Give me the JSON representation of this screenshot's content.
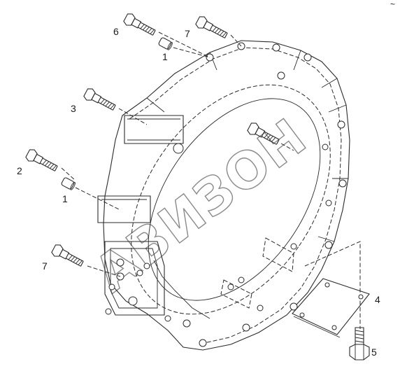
{
  "callouts": {
    "c1a": "1",
    "c1b": "1",
    "c2": "2",
    "c3": "3",
    "c4": "4",
    "c5": "5",
    "c6": "6",
    "c7a": "7",
    "c7b": "7"
  },
  "watermark": {
    "text": "АВИЗОН"
  },
  "corner_mark": "~"
}
